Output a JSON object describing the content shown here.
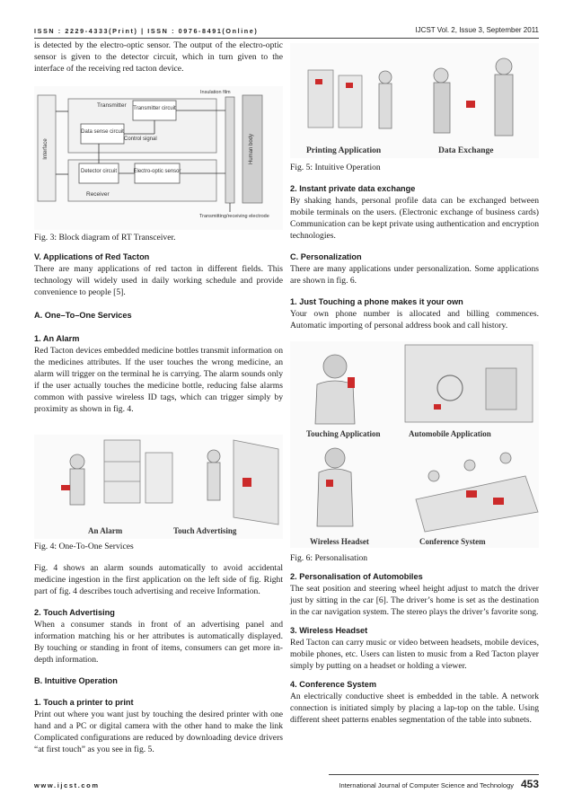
{
  "header": {
    "issn": "ISSN : 2229-4333(Print) | ISSN : 0976-8491(Online)",
    "journal_issue": "IJCST Vol. 2, Issue 3, September 2011"
  },
  "left": {
    "intro": "is detected by the electro-optic sensor. The output of the electro-optic sensor is given to the detector circuit, which in turn given to the interface of the receiving red tacton device.",
    "fig3": {
      "insulation": "Insulation film",
      "transmitter": "Transmitter",
      "transmitter_circuit": "Transmitter circuit",
      "data_sense": "Data sense circuit",
      "control_signal": "Control signal",
      "detector": "Detector circuit",
      "eo_sensor": "Electro-optic sensor",
      "receiver": "Receiver",
      "interface": "Interface",
      "human_body": "Human body",
      "electrode": "Transmitting/receiving electrode"
    },
    "fig3_caption": "Fig. 3: Block diagram of RT Transceiver.",
    "sec5_heading": "V. Applications of Red Tacton",
    "sec5_text": "There are many applications of red tacton in different fields. This technology will widely used in daily working schedule and provide convenience to people [5].",
    "secA_heading": "A. One–To–One Services",
    "s1_heading": "1. An Alarm",
    "s1_text": "Red Tacton devices embedded medicine bottles transmit information on the medicines attributes. If the user touches the wrong medicine, an alarm will trigger on the terminal he is carrying. The alarm sounds only if the user actually touches the medicine bottle, reducing false alarms common with passive wireless ID tags, which can trigger simply by proximity as shown in fig. 4.",
    "fig4": {
      "label_a": "An Alarm",
      "label_b": "Touch Advertising"
    },
    "fig4_caption": "Fig. 4: One-To-One Services",
    "fig4_text": "Fig. 4 shows an alarm sounds automatically to avoid accidental medicine ingestion in the first application on the left side of fig. Right part of fig. 4 describes touch advertising and receive Information.",
    "s2_heading": "2. Touch Advertising",
    "s2_text": "When a consumer stands in front of an advertising panel and information matching his or her attributes is automatically displayed. By touching or standing in front of items, consumers can get more in-depth information.",
    "secB_heading": "B. Intuitive Operation",
    "b1_heading": "1. Touch a printer to print",
    "b1_text": "Print out where you want just by touching the desired printer with one hand and a PC or digital camera with the other hand to make the link Complicated configurations are reduced by downloading device drivers “at first touch” as you see in fig. 5."
  },
  "right": {
    "fig5": {
      "label_a": "Printing Application",
      "label_b": "Data Exchange"
    },
    "fig5_caption": "Fig. 5: Intuitive Operation",
    "b2_heading": "2. Instant private data exchange",
    "b2_text": "By shaking hands, personal profile data can be exchanged between mobile terminals on the users. (Electronic exchange of business cards) Communication can be kept private using authentication and encryption technologies.",
    "secC_heading": "C. Personalization",
    "secC_text": "There are many applications under personalization. Some applications are shown in fig. 6.",
    "c1_heading": "1.  Just Touching a phone makes it your own",
    "c1_text": "Your own phone number is allocated and billing commences. Automatic importing of personal address book and call history.",
    "fig6": {
      "label_a": "Touching Application",
      "label_b": "Automobile Application",
      "label_c": "Wireless Headset",
      "label_d": "Conference System"
    },
    "fig6_caption": "Fig. 6: Personalisation",
    "c2_heading": "2. Personalisation of Automobiles",
    "c2_text": "The seat position and steering wheel height adjust to match the driver just by sitting in the car [6]. The driver’s home is set as the destination in the car navigation system. The stereo plays the driver’s favorite song.",
    "c3_heading": "3. Wireless Headset",
    "c3_text": " Red Tacton can carry music or video between headsets, mobile devices, mobile phones, etc. Users can listen to music from a Red Tacton player simply by putting on a headset or holding a viewer.",
    "c4_heading": "4. Conference System",
    "c4_text": "An electrically conductive sheet is embedded in the table. A network connection is initiated simply by placing a lap-top on the table. Using different sheet patterns enables segmentation of the table into subnets."
  },
  "footer": {
    "website": "www.ijcst.com",
    "journal_name": "International Journal of Computer Science and Technology",
    "page": "453"
  },
  "colors": {
    "accent_red": "#cc2a2a",
    "text": "#1a1a1a"
  }
}
